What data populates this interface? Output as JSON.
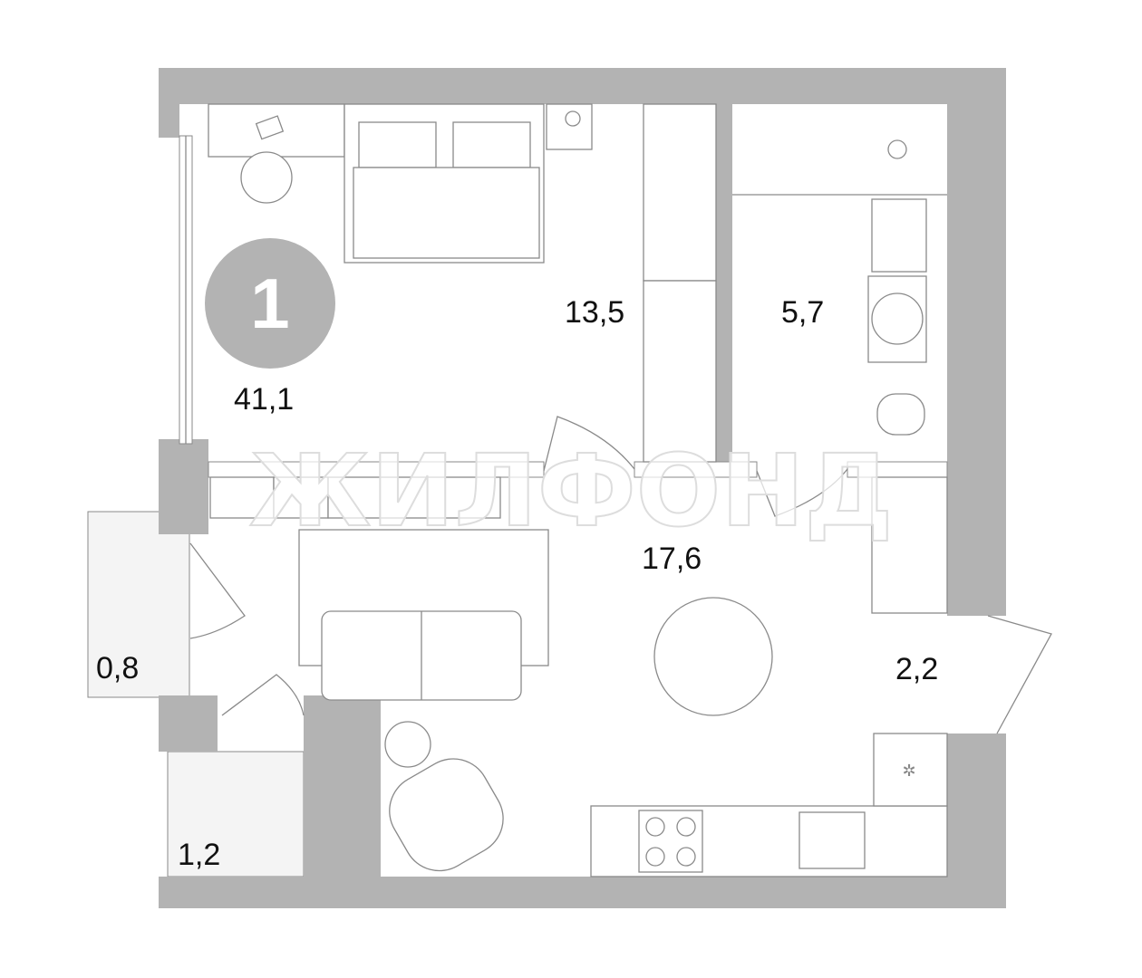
{
  "plan": {
    "rooms_count": "1",
    "total_area": "41,1",
    "areas": {
      "bedroom": "13,5",
      "bathroom": "5,7",
      "living_kitchen": "17,6",
      "hall": "2,2",
      "balcony_small": "0,8",
      "balcony_large": "1,2"
    },
    "watermark": "ЖИЛФОНД",
    "colors": {
      "wall": "#b3b3b3",
      "badge": "#b3b3b3",
      "line": "#8a8a8a"
    }
  }
}
